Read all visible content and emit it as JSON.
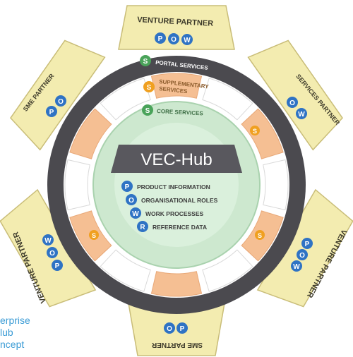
{
  "partners": [
    {
      "id": "venture-top",
      "label": "VENTURE PARTNER",
      "badges": [
        "P",
        "O",
        "W"
      ]
    },
    {
      "id": "services",
      "label": "SERVICES PARTNER",
      "badges": [
        "O",
        "W"
      ]
    },
    {
      "id": "venture-right",
      "label": "VENTURE PARTNER",
      "badges": [
        "P",
        "O",
        "W"
      ]
    },
    {
      "id": "sme-bottom",
      "label": "SME PARTNER",
      "badges": [
        "O",
        "P"
      ]
    },
    {
      "id": "venture-left",
      "label": "VENTURE PARTNER",
      "badges": [
        "W",
        "O",
        "P"
      ]
    },
    {
      "id": "sme-left",
      "label": "SME PARTNER",
      "badges": [
        "P",
        "O"
      ]
    }
  ],
  "rings": {
    "portal": {
      "badge": "S",
      "label": "PORTAL SERVICES"
    },
    "supplementary": {
      "badge": "S",
      "line1": "SUPPLEMENTARY",
      "line2": "SERVICES"
    },
    "core": {
      "badge": "S",
      "label": "CORE SERVICES"
    },
    "orange_badge": "S"
  },
  "hub": {
    "title": "VEC-Hub",
    "items": [
      {
        "badge": "P",
        "label": "PRODUCT INFORMATION"
      },
      {
        "badge": "O",
        "label": "ORGANISATIONAL ROLES"
      },
      {
        "badge": "W",
        "label": "WORK PROCESSES"
      },
      {
        "badge": "R",
        "label": "REFERENCE DATA"
      }
    ]
  },
  "caption": [
    "erprise",
    "lub",
    "ncept"
  ],
  "colors": {
    "partner_fill": "#f3ecb0",
    "partner_stroke": "#c9bd78",
    "dark_ring": "#4b4a4f",
    "orange": "#f5bf93",
    "orange_stroke": "#e8a878",
    "core_fill": "#cde8cf",
    "hub_fill": "#daf0dc",
    "hub_header": "#59585e",
    "badge_blue": "#2f73c4",
    "badge_green": "#4aa35a",
    "badge_orange": "#f0a020",
    "caption": "#3a9bd5"
  }
}
